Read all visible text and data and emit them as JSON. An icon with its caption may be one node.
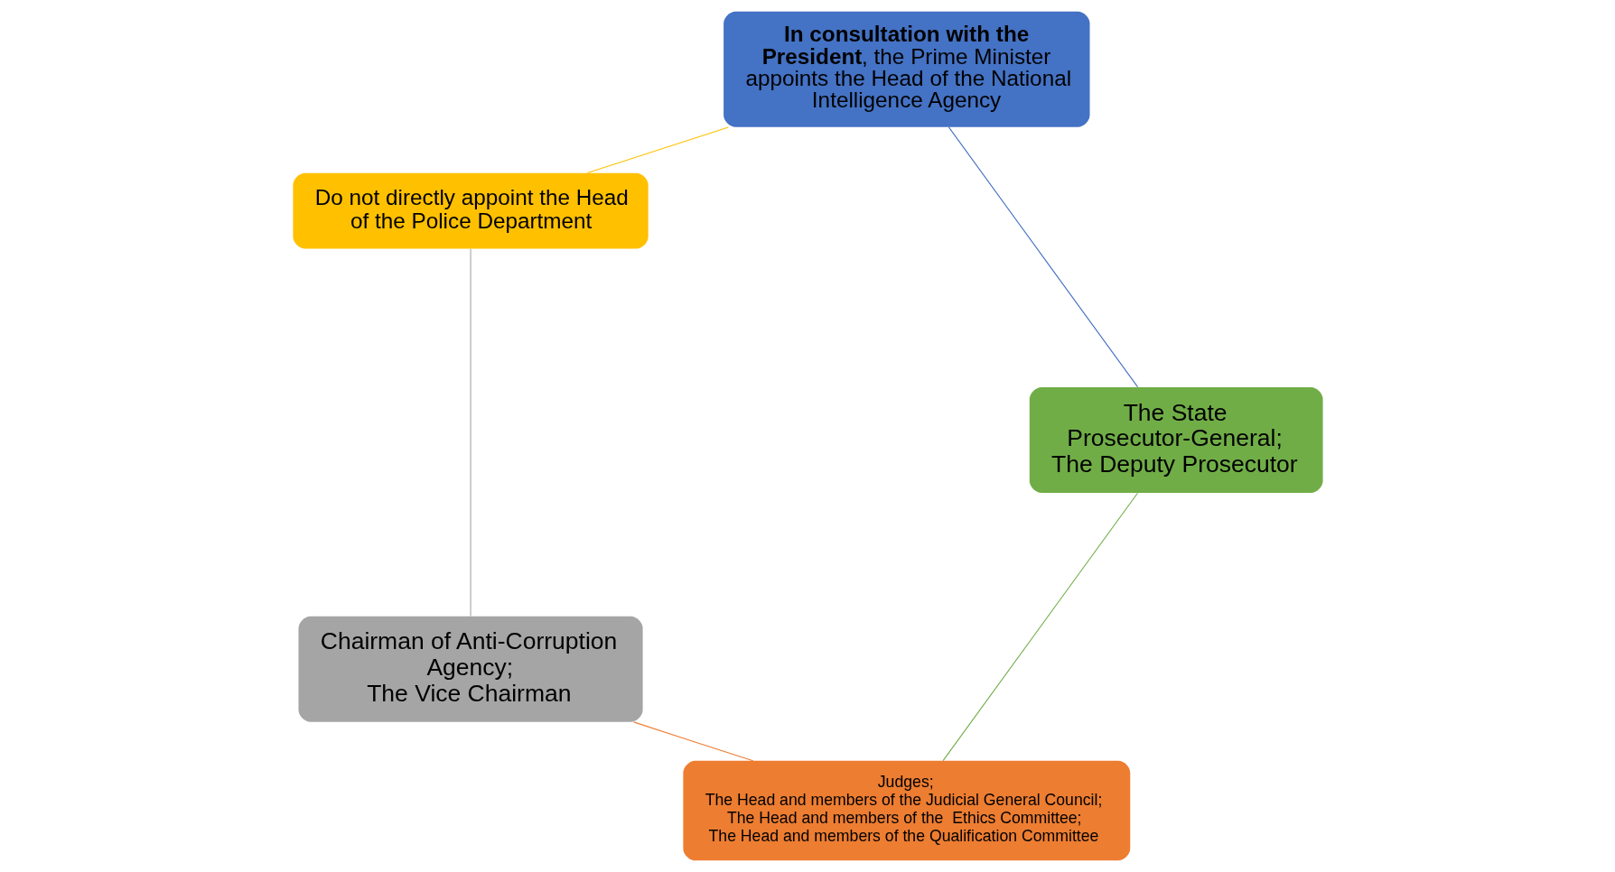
{
  "diagram": {
    "nodes": [
      {
        "text": [
          "Judges;",
          "The Head and members of the Judicial General Council;",
          "The Head and members of the  Ethics Committee;",
          "The Head and members of the Qualification Committee"
        ]
      },
      {
        "text": [
          "The State Prosecutor-General;",
          "The Deputy Prosecutor"
        ]
      },
      {
        "text": [
          "Chairman of Anti-Corruption Agency;",
          "The Vice Chairman"
        ]
      },
      {
        "text": [
          "**In consultation with the President**, the Prime Minister appoints the Head of the National Intelligence Agency"
        ]
      },
      {
        "text": [
          "Do not directly appoint the Head of the Police Department"
        ]
      }
    ],
    "edges": [
      {
        "from": 1,
        "to": 0,
        "arrow": "none",
        "color": "#70ad47"
      },
      {
        "from": 0,
        "to": 2,
        "arrow": "none",
        "color": "#ed7d31"
      },
      {
        "from": 2,
        "to": 4,
        "arrow": "none",
        "color": "#a5a5a5"
      },
      {
        "from": 4,
        "to": 3,
        "arrow": "none",
        "color": "#ffc000"
      },
      {
        "from": 3,
        "to": 1,
        "arrow": "none",
        "color": "#4472c4"
      }
    ]
  }
}
